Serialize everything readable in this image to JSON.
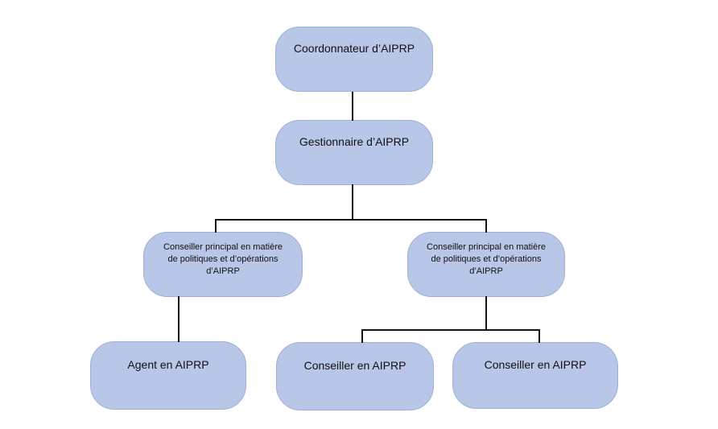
{
  "diagram": {
    "type": "org-chart",
    "colors": {
      "node_fill": "#b8c6e7",
      "node_border": "#9fb1d6",
      "connector": "#141414",
      "text": "#111111"
    },
    "nodes": {
      "coordonnateur": {
        "label": "Coordonnateur d’AIPRP"
      },
      "gestionnaire": {
        "label": "Gestionnaire d’AIPRP"
      },
      "conseiller_principal_gauche": {
        "lines": [
          "Conseiller principal en matière",
          "de politiques et d’opérations",
          "d’AIPRP"
        ]
      },
      "conseiller_principal_droit": {
        "lines": [
          "Conseiller principal en matière",
          "de politiques et d’opérations",
          "d’AIPRP"
        ]
      },
      "agent": {
        "label": "Agent en AIPRP"
      },
      "conseiller_gauche": {
        "label": "Conseiller en AIPRP"
      },
      "conseiller_droit": {
        "label": "Conseiller en AIPRP"
      }
    },
    "hierarchy": [
      {
        "parent": "coordonnateur",
        "child": "gestionnaire"
      },
      {
        "parent": "gestionnaire",
        "child": "conseiller_principal_gauche"
      },
      {
        "parent": "gestionnaire",
        "child": "conseiller_principal_droit"
      },
      {
        "parent": "conseiller_principal_gauche",
        "child": "agent"
      },
      {
        "parent": "conseiller_principal_droit",
        "child": "conseiller_gauche"
      },
      {
        "parent": "conseiller_principal_droit",
        "child": "conseiller_droit"
      }
    ]
  }
}
